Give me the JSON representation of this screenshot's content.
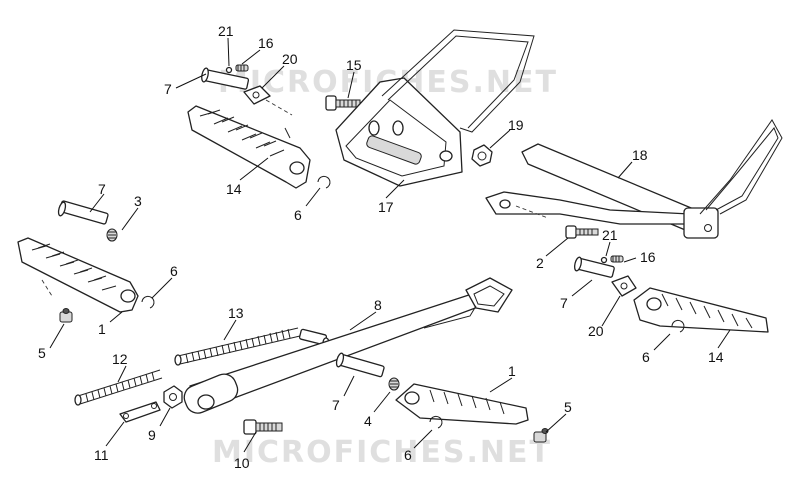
{
  "watermarks": [
    "MICROFICHES.NET",
    "MICROFICHES.NET"
  ],
  "callouts": {
    "c21a": "21",
    "c16a": "16",
    "c7a": "7",
    "c20a": "20",
    "c15": "15",
    "c19": "19",
    "c18": "18",
    "c14a": "14",
    "c6a": "6",
    "c17": "17",
    "c7b": "7",
    "c3": "3",
    "c6b": "6",
    "c1a": "1",
    "c5a": "5",
    "c2": "2",
    "c21b": "21",
    "c16b": "16",
    "c7c": "7",
    "c20b": "20",
    "c6c": "6",
    "c14b": "14",
    "c13": "13",
    "c8": "8",
    "c12": "12",
    "c1b": "1",
    "c5b": "5",
    "c7d": "7",
    "c4": "4",
    "c9": "9",
    "c11": "11",
    "c10": "10",
    "c6d": "6"
  }
}
